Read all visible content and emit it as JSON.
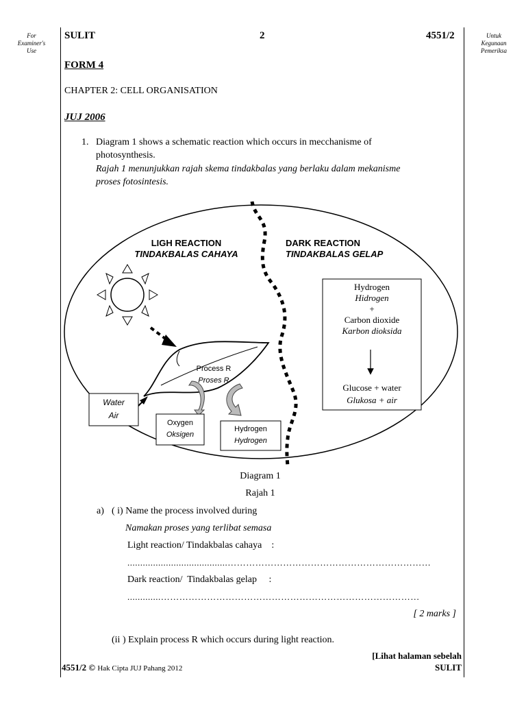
{
  "margins": {
    "left": [
      "For",
      "Examiner's",
      "Use"
    ],
    "right": [
      "Untuk",
      "Kegunaan",
      "Pemeriksa"
    ]
  },
  "header": {
    "left": "SULIT",
    "center": "2",
    "right": "4551/2"
  },
  "form_label": "FORM 4",
  "chapter": "CHAPTER 2: CELL ORGANISATION",
  "exam_label": "JUJ 2006",
  "question": {
    "number": "1.",
    "text_en_1": "Diagram 1 shows a schematic reaction which occurs in mecchanisme of",
    "text_en_2": "photosynthesis.",
    "text_my_1": "Rajah 1 menunjukkan rajah skema tindakbalas yang berlaku dalam mekanisme",
    "text_my_2": "proses fotosintesis."
  },
  "diagram": {
    "light_en": "LIGH REACTION",
    "light_my": "TINDAKBALAS CAHAYA",
    "dark_en": "DARK REACTION",
    "dark_my": "TINDAKBALAS GELAP",
    "box": {
      "hydrogen_en": "Hydrogen",
      "hydrogen_my": "Hidrogen",
      "plus": "+",
      "co2_en": "Carbon dioxide",
      "co2_my": "Karbon dioksida",
      "product_en": "Glucose + water",
      "product_my": "Glukosa + air"
    },
    "process_en": "Process R",
    "process_my": "Proses R",
    "water_en": "Water",
    "water_my": "Air",
    "oxygen_en": "Oxygen",
    "oxygen_my": "Oksigen",
    "hydrogen_out_en": "Hydrogen",
    "hydrogen_out_my": "Hydrogen",
    "caption_en": "Diagram 1",
    "caption_my": "Rajah 1"
  },
  "part_a": {
    "label": "a)",
    "sub_i": "( i) Name the process involved during",
    "sub_i_my": "Namakan proses  yang terlibat semasa",
    "light_line": "Light reaction/ Tindakbalas cahaya    :",
    "dots_1": ".......................................…………………………………………………………",
    "dark_line": "Dark reaction/  Tindakbalas gelap     :",
    "dots_2": ".............…………………………………………………………………………",
    "marks": "[ 2 marks ]",
    "sub_ii": "(ii ) Explain process R which occurs during light reaction."
  },
  "footer": {
    "lihat": "[Lihat halaman sebelah",
    "code": "4551/2",
    "copyright_symbol": "©",
    "copyright": "Hak Cipta JUJ Pahang 2012",
    "sulit": "SULIT"
  }
}
